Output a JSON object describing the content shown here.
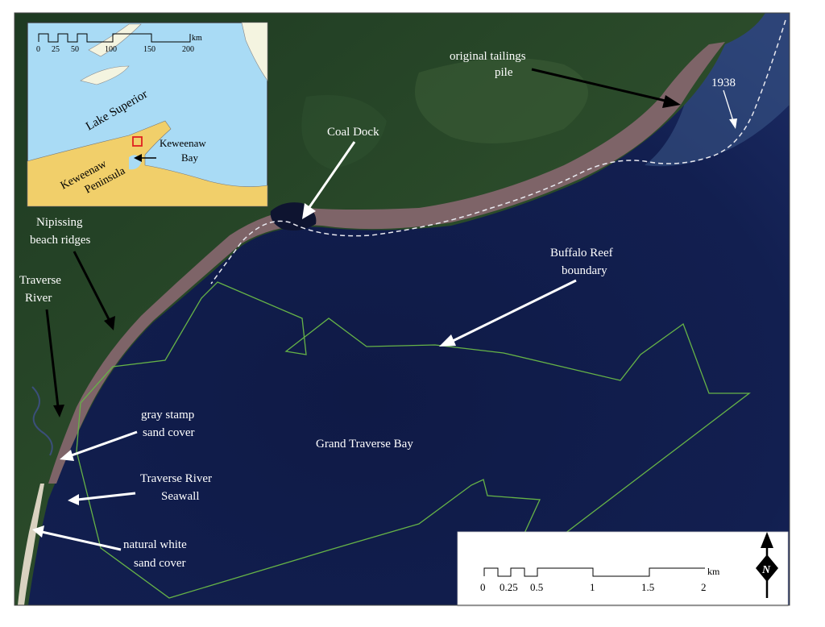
{
  "map": {
    "colors": {
      "water_deep": "#101a45",
      "water_shallow": "#1d2c66",
      "forest_dark": "#17301c",
      "forest_mid": "#2a4a2a",
      "stamp_sand": "#7e6468",
      "reef_boundary": "#66b347",
      "inset_water": "#a9dbf5",
      "inset_land": "#f1cf6a",
      "inset_marker": "#e02020"
    },
    "labels": {
      "original_tailings": [
        "original tailings",
        "pile"
      ],
      "year_1938": "1938",
      "coal_dock": "Coal Dock",
      "buffalo_reef": [
        "Buffalo Reef",
        "boundary"
      ],
      "nipissing": [
        "Nipissing",
        "beach ridges"
      ],
      "traverse_river": [
        "Traverse",
        "River"
      ],
      "gray_stamp": [
        "gray stamp",
        "sand cover"
      ],
      "grand_traverse_bay": "Grand Traverse Bay",
      "seawall": [
        "Traverse River",
        "Seawall"
      ],
      "white_sand": [
        "natural white",
        "sand cover"
      ]
    }
  },
  "inset": {
    "scale_unit": "km",
    "scale_ticks": [
      "0",
      "25",
      "50",
      "100",
      "150",
      "200"
    ],
    "lake_superior": "Lake Superior",
    "keweenaw_bay": [
      "Keweenaw",
      "Bay"
    ],
    "keweenaw_peninsula": [
      "Keweenaw",
      "Peninsula"
    ]
  },
  "scale_bar": {
    "unit": "km",
    "ticks": [
      "0",
      "0.25",
      "0.5",
      "1",
      "1.5",
      "2"
    ]
  },
  "north_arrow": {
    "label": "N"
  }
}
